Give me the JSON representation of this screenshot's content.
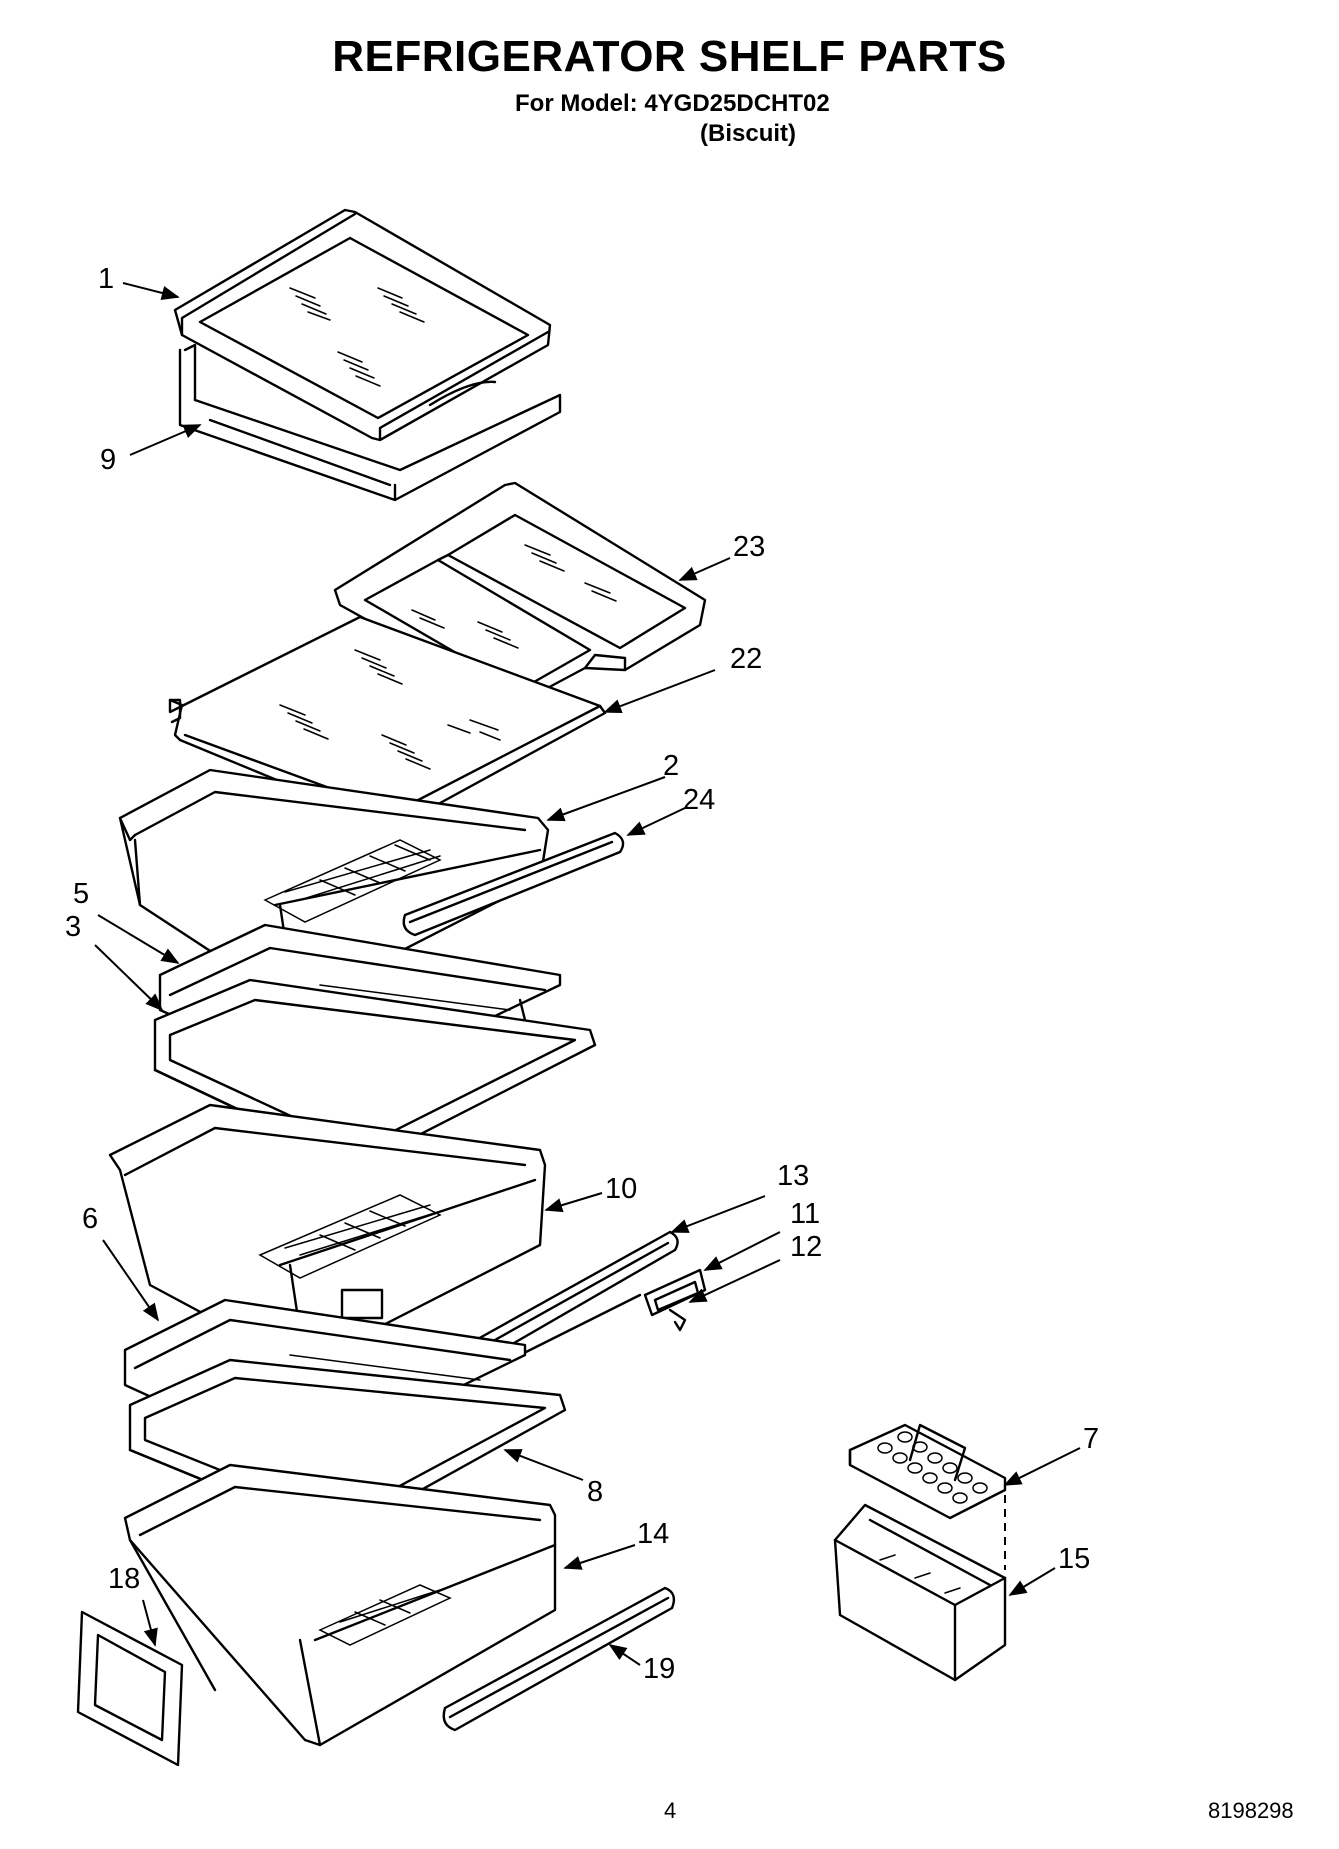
{
  "title": "REFRIGERATOR SHELF PARTS",
  "subtitle": "For Model: 4YGD25DCHT02",
  "variant": "(Biscuit)",
  "page_number": "4",
  "document_number": "8198298",
  "callouts": [
    {
      "id": "1",
      "label": "1"
    },
    {
      "id": "9",
      "label": "9"
    },
    {
      "id": "23",
      "label": "23"
    },
    {
      "id": "22",
      "label": "22"
    },
    {
      "id": "2",
      "label": "2"
    },
    {
      "id": "24",
      "label": "24"
    },
    {
      "id": "5",
      "label": "5"
    },
    {
      "id": "3",
      "label": "3"
    },
    {
      "id": "10",
      "label": "10"
    },
    {
      "id": "13",
      "label": "13"
    },
    {
      "id": "11",
      "label": "11"
    },
    {
      "id": "12",
      "label": "12"
    },
    {
      "id": "6",
      "label": "6"
    },
    {
      "id": "7",
      "label": "7"
    },
    {
      "id": "8",
      "label": "8"
    },
    {
      "id": "14",
      "label": "14"
    },
    {
      "id": "15",
      "label": "15"
    },
    {
      "id": "18",
      "label": "18"
    },
    {
      "id": "19",
      "label": "19"
    }
  ]
}
